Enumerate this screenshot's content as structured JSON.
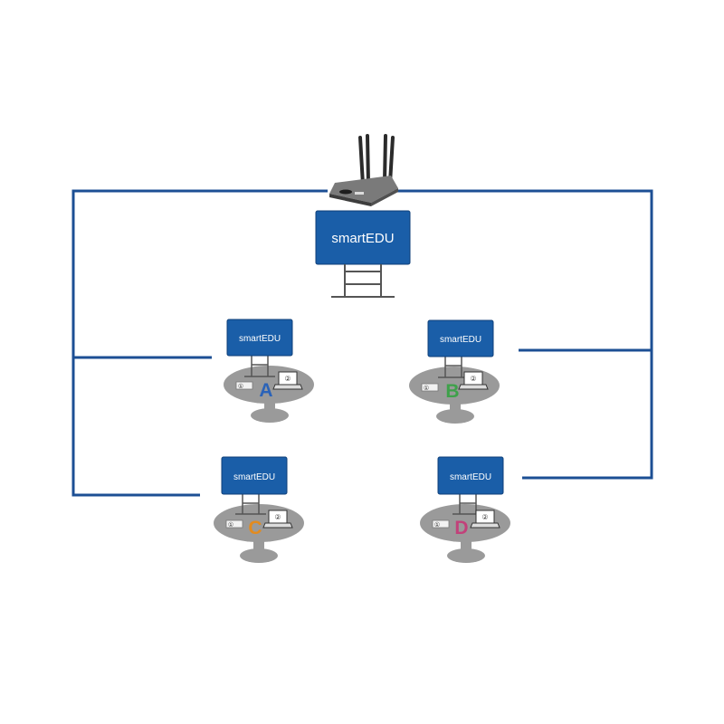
{
  "colors": {
    "link": "#1c4f94",
    "screen": "#1a5ea8",
    "screen_edge": "#0f3f78",
    "table": "#9a9a9a",
    "stand": "#555555",
    "router_body": "#5a5a5a"
  },
  "main_display": {
    "label": "smartEDU"
  },
  "router": {
    "icon": "wifi-router-icon"
  },
  "stations": [
    {
      "id": "A",
      "screen_label": "smartEDU",
      "letter": "A",
      "letter_color": "#2b63b8",
      "device1": "①",
      "device2": "②"
    },
    {
      "id": "B",
      "screen_label": "smartEDU",
      "letter": "B",
      "letter_color": "#3ea14a",
      "device1": "①",
      "device2": "②"
    },
    {
      "id": "C",
      "screen_label": "smartEDU",
      "letter": "C",
      "letter_color": "#e38b1e",
      "device1": "①",
      "device2": "②"
    },
    {
      "id": "D",
      "screen_label": "smartEDU",
      "letter": "D",
      "letter_color": "#c2417a",
      "device1": "①",
      "device2": "②"
    }
  ]
}
